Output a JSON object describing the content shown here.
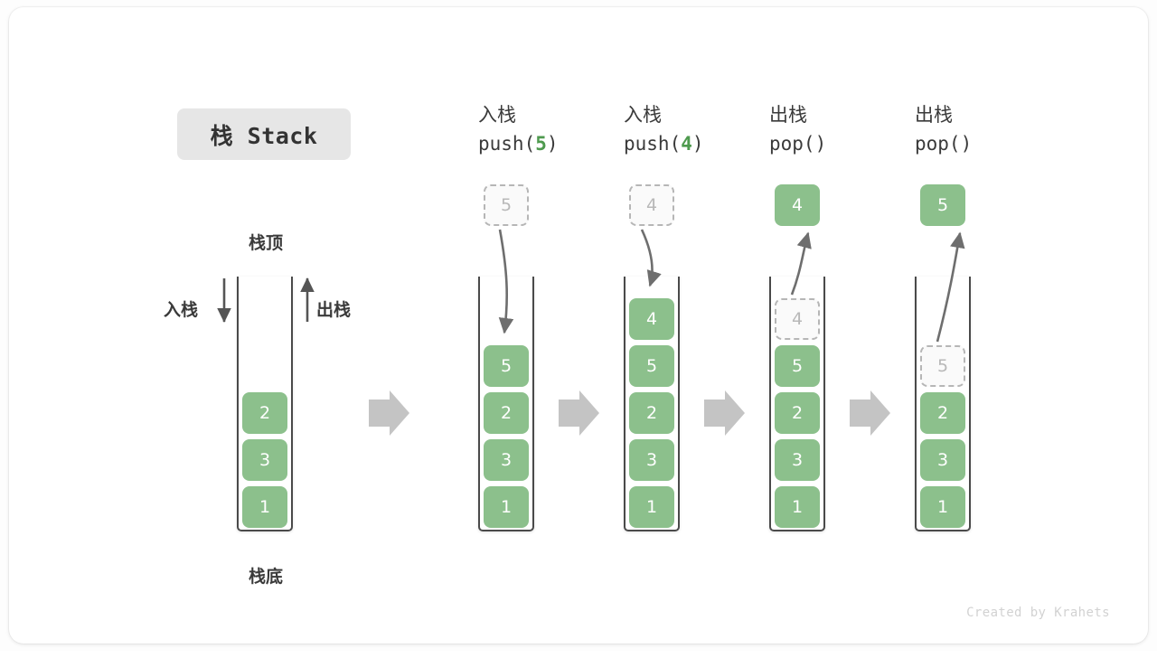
{
  "title": "栈 Stack",
  "labels": {
    "stack_top": "栈顶",
    "stack_bottom": "栈底",
    "push_side": "入栈",
    "pop_side": "出栈"
  },
  "credit": "Created by Krahets",
  "colors": {
    "cell_fill": "#8cc08c",
    "cell_text": "#ffffff",
    "ghost_fill": "#fafafa",
    "ghost_border": "#b6b6b6",
    "ghost_text": "#b8b8b8",
    "container_border": "#4a4a4a",
    "arrow_gray": "#6e6e6e",
    "step_arrow": "#c4c4c4",
    "title_chip_bg": "#e6e6e6",
    "accent_green": "#4e9a4e",
    "card_bg": "#ffffff"
  },
  "panels": [
    {
      "id": "initial",
      "op_cn": "",
      "op_code": "",
      "op_arg": "",
      "cells": [
        "2",
        "3",
        "1"
      ],
      "ghost_index": -1,
      "float_box": null,
      "float_box_style": "",
      "capacity": 6
    },
    {
      "id": "push-5",
      "op_cn": "入栈",
      "op_code_prefix": "push(",
      "op_arg": "5",
      "op_code_suffix": ")",
      "cells": [
        "5",
        "2",
        "3",
        "1"
      ],
      "ghost_index": -1,
      "float_box": "5",
      "float_box_style": "ghost",
      "capacity": 6
    },
    {
      "id": "push-4",
      "op_cn": "入栈",
      "op_code_prefix": "push(",
      "op_arg": "4",
      "op_code_suffix": ")",
      "cells": [
        "4",
        "5",
        "2",
        "3",
        "1"
      ],
      "ghost_index": -1,
      "float_box": "4",
      "float_box_style": "ghost",
      "capacity": 6
    },
    {
      "id": "pop-4",
      "op_cn": "出栈",
      "op_code_prefix": "pop(",
      "op_arg": "",
      "op_code_suffix": ")",
      "cells": [
        "4",
        "5",
        "2",
        "3",
        "1"
      ],
      "ghost_index": 0,
      "float_box": "4",
      "float_box_style": "filled",
      "capacity": 6
    },
    {
      "id": "pop-5",
      "op_cn": "出栈",
      "op_code_prefix": "pop(",
      "op_arg": "",
      "op_code_suffix": ")",
      "cells": [
        "5",
        "2",
        "3",
        "1"
      ],
      "ghost_index": 0,
      "float_box": "5",
      "float_box_style": "filled",
      "capacity": 6
    }
  ]
}
